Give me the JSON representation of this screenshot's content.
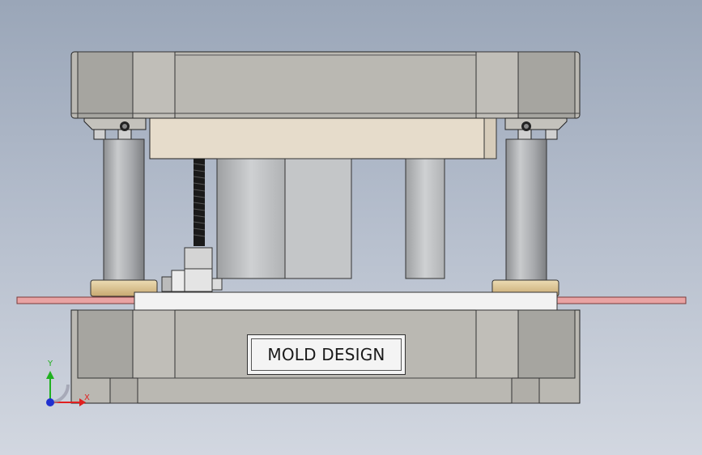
{
  "model": {
    "nameplate_text": "MOLD DESIGN"
  },
  "triad": {
    "x_label": "X",
    "y_label": "Y"
  },
  "colors": {
    "background_top": "#9aa6b8",
    "background_bottom": "#d2d7e0",
    "steel_plate": "#bcbab4",
    "backing_plate": "#e6dccb",
    "strip_material": "#e9a3a3",
    "bushing_bronze": "#d8c090",
    "x_axis": "#e02020",
    "y_axis": "#20b020",
    "z_axis": "#2030d0"
  }
}
